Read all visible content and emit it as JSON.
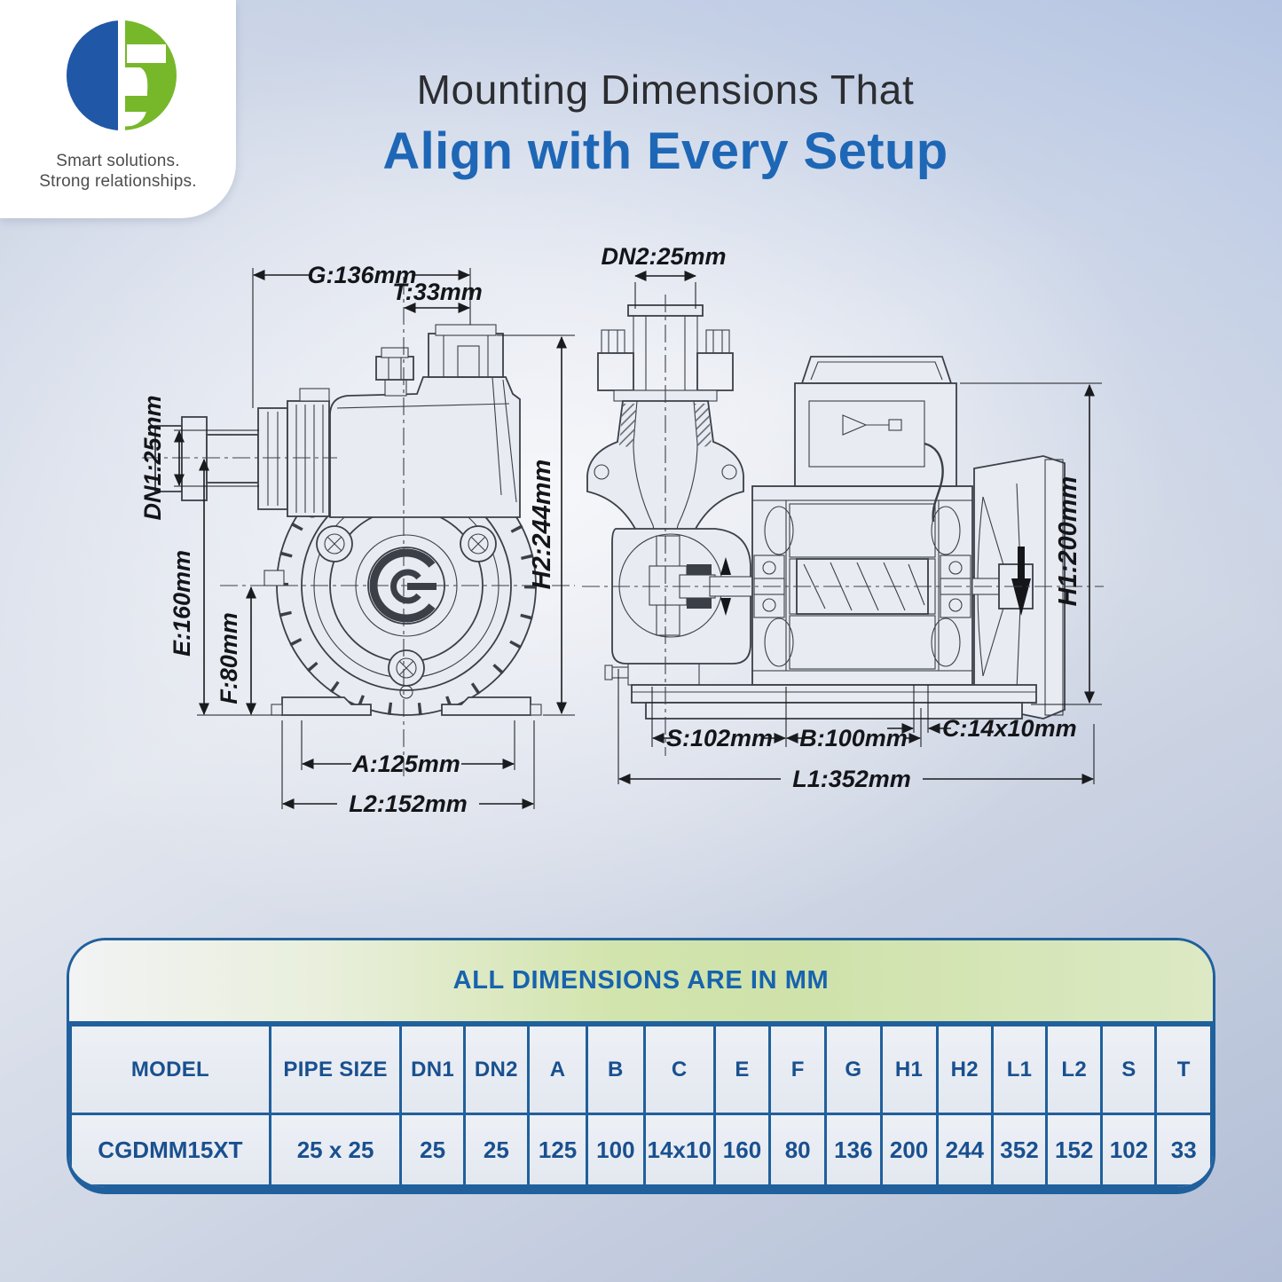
{
  "brand": {
    "tagline1": "Smart solutions.",
    "tagline2": "Strong relationships.",
    "blue": "#2057a7",
    "green": "#76b82a"
  },
  "title": {
    "line1": "Mounting Dimensions That",
    "line2": "Align with Every Setup"
  },
  "drawing": {
    "front_view": {
      "dim_g": "G:136mm",
      "dim_t": "T:33mm",
      "dim_dn1": "DN1:25mm",
      "dim_e": "E:160mm",
      "dim_f": "F:80mm",
      "dim_h2": "H2:244mm",
      "dim_a": "A:125mm",
      "dim_l2": "L2:152mm"
    },
    "side_view": {
      "dim_dn2": "DN2:25mm",
      "dim_h1": "H1:200mm",
      "dim_s": "S:102mm",
      "dim_b": "B:100mm",
      "dim_c": "C:14x10mm",
      "dim_l1": "L1:352mm"
    }
  },
  "table": {
    "caption": "ALL DIMENSIONS ARE IN MM",
    "headers": [
      "MODEL",
      "PIPE SIZE",
      "DN1",
      "DN2",
      "A",
      "B",
      "C",
      "E",
      "F",
      "G",
      "H1",
      "H2",
      "L1",
      "L2",
      "S",
      "T"
    ],
    "rows": [
      [
        "CGDMM15XT",
        "25 x 25",
        "25",
        "25",
        "125",
        "100",
        "14x10",
        "160",
        "80",
        "136",
        "200",
        "244",
        "352",
        "152",
        "102",
        "33"
      ]
    ]
  }
}
